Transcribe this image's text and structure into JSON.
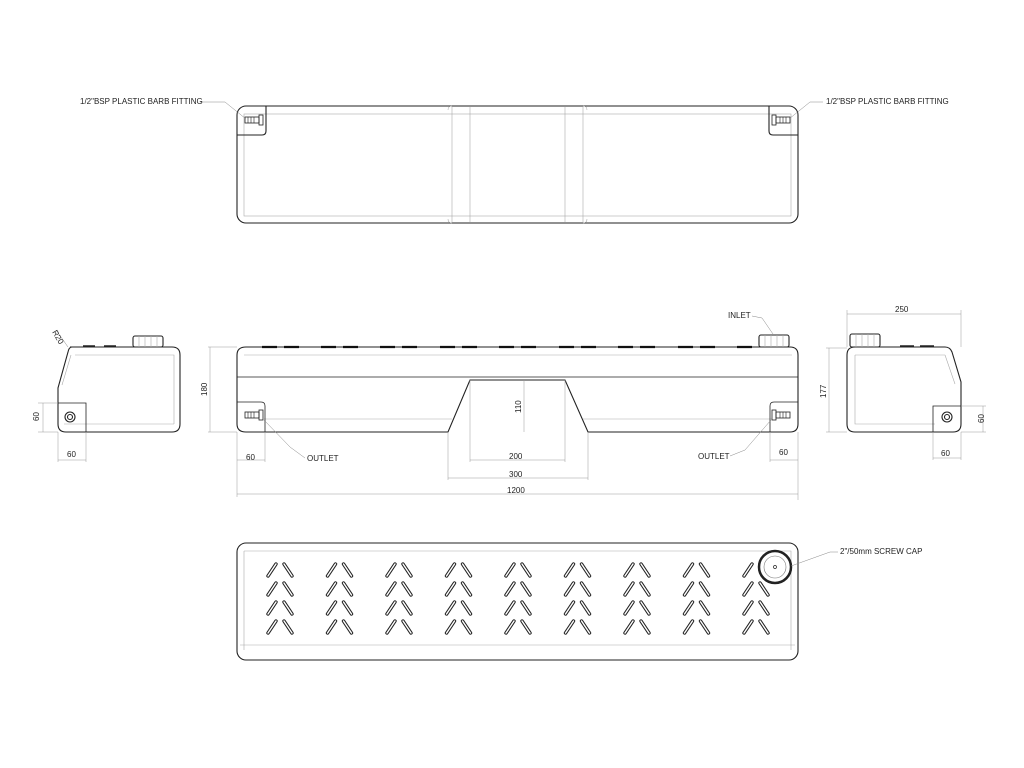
{
  "drawing": {
    "title": "Water tank technical drawing",
    "colors": {
      "line": "#222222",
      "construction": "#aaaaaa",
      "dimension": "#999999",
      "background": "#ffffff"
    }
  },
  "top_view": {
    "left_label": "1/2\"BSP PLASTIC BARB FITTING",
    "right_label": "1/2\"BSP PLASTIC BARB FITTING"
  },
  "left_end_view": {
    "radius_label": "R20",
    "dim_height": "60",
    "dim_width": "60"
  },
  "front_view": {
    "inlet_label": "INLET",
    "outlet_left_label": "OUTLET",
    "outlet_right_label": "OUTLET",
    "dim_height": "180",
    "dim_recess_height": "110",
    "dim_left_fitting": "60",
    "dim_right_fitting": "60",
    "dim_recess_top": "200",
    "dim_recess_bottom": "300",
    "dim_overall_length": "1200"
  },
  "right_end_view": {
    "dim_width": "250",
    "dim_height": "177",
    "dim_fitting_height": "60",
    "dim_fitting_width": "60"
  },
  "bottom_view": {
    "cap_label": "2\"/50mm SCREW CAP",
    "chevron_columns": 9,
    "chevron_rows": 4
  }
}
